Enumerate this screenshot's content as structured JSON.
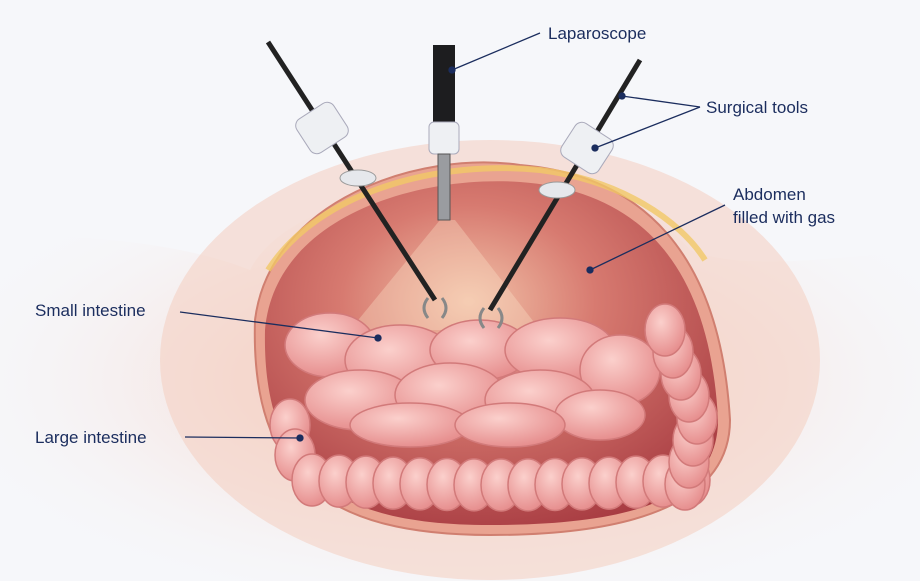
{
  "labels": {
    "laparoscope": "Laparoscope",
    "surgical_tools": "Surgical tools",
    "abdomen_line1": "Abdomen",
    "abdomen_line2": "filled with gas",
    "small_intestine": "Small intestine",
    "large_intestine": "Large intestine"
  },
  "colors": {
    "label_text": "#1b2d5e",
    "leader_line": "#1b2d5e",
    "background": "#f6f7fa",
    "skin": "#f7d8cc",
    "cavity": "#c8585a",
    "intestine": "#f2a4a2"
  }
}
